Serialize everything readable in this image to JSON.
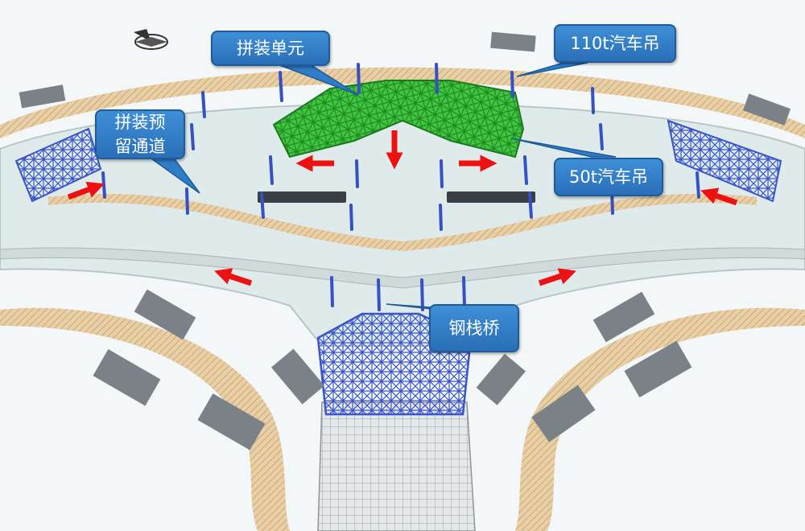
{
  "labels": {
    "assembly_unit": "拼装单元",
    "crane_110t": "110t汽车吊",
    "assembly_channel": "拼装预留通道",
    "crane_50t": "50t汽车吊",
    "steel_trestle": "钢栈桥"
  },
  "colors": {
    "callout_fill": "#2f7cc8",
    "callout_border": "#1f5a99",
    "assembly_unit": "#3dbf3d",
    "steel_frame": "#3a55c8",
    "arrow": "#ee1111",
    "road": "#e8cfa6",
    "ground": "#dde9e9"
  },
  "icons": [
    "compass-icon"
  ]
}
